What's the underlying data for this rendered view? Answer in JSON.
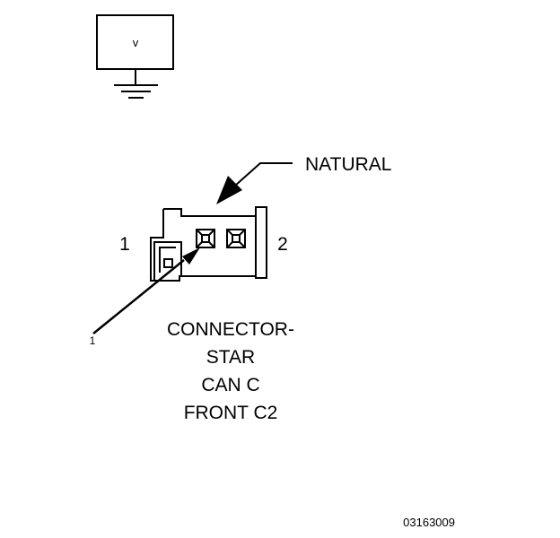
{
  "meter": {
    "symbol": "v"
  },
  "connector": {
    "color_label": "NATURAL",
    "pin_labels": {
      "left": "1",
      "right": "2"
    },
    "callout_label": "1",
    "name_lines": [
      "CONNECTOR-",
      "STAR",
      "CAN C",
      "FRONT C2"
    ]
  },
  "figure_id": "03163009",
  "colors": {
    "ink": "#000000",
    "background": "#ffffff"
  }
}
